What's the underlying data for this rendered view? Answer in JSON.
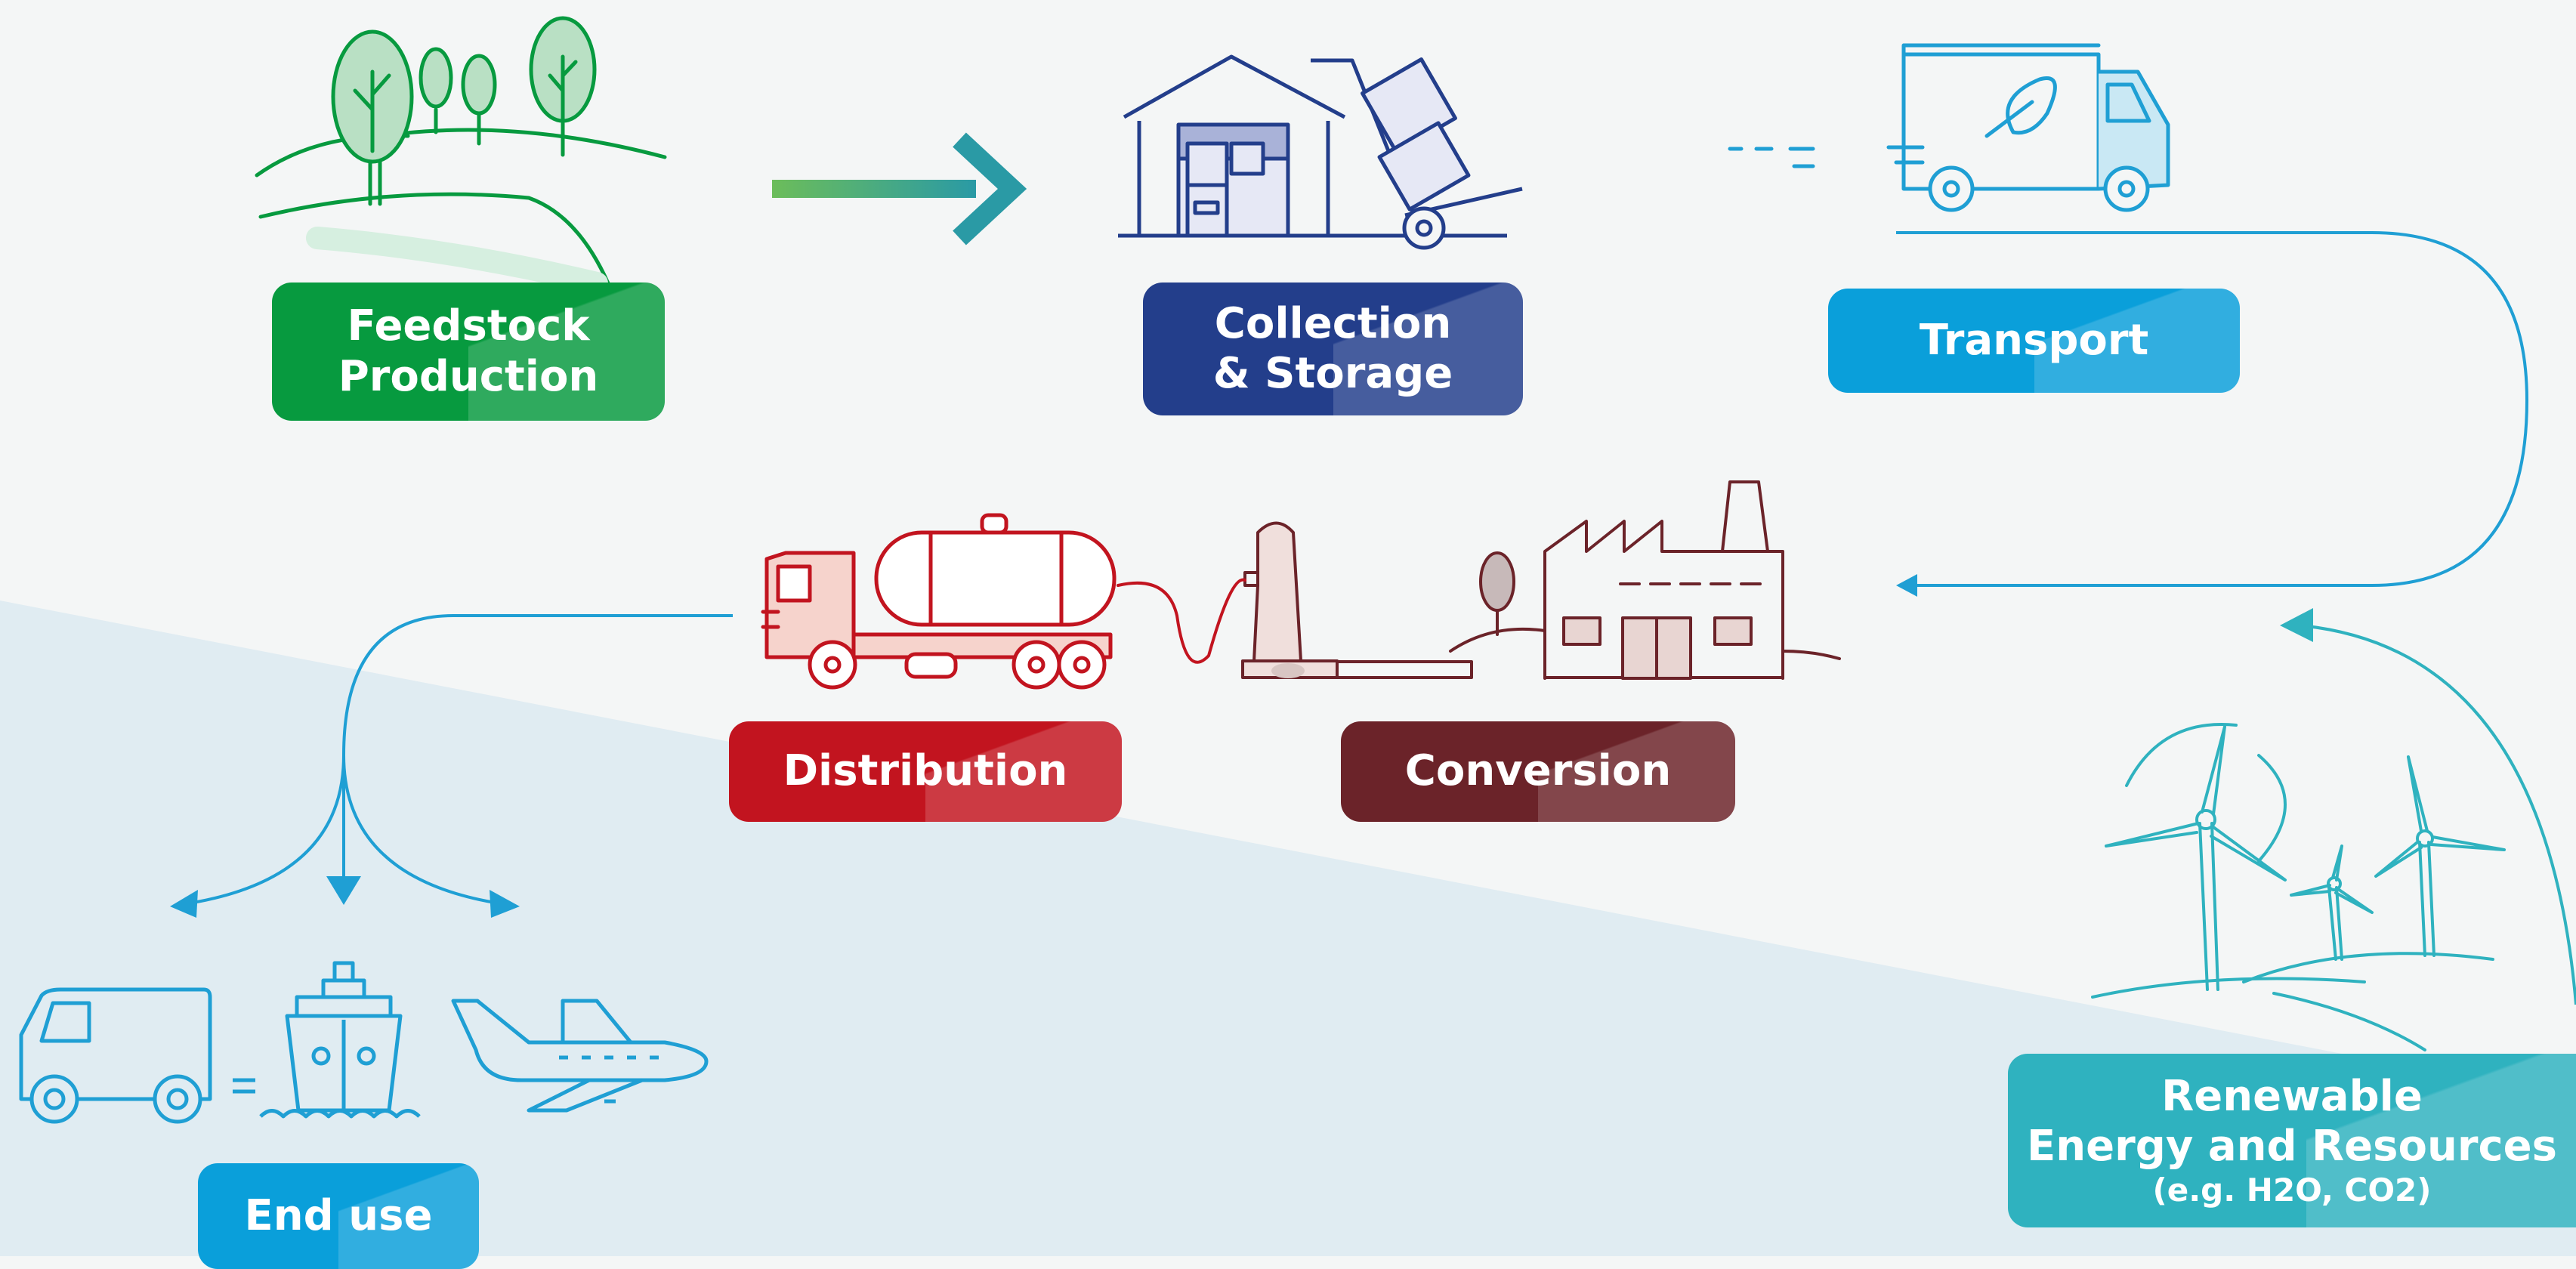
{
  "colors": {
    "feedstock": "#079a3f",
    "collection": "#233e8b",
    "transport": "#0a9fda",
    "distribution": "#c2141f",
    "conversion": "#6b2329",
    "end_use": "#0a9fda",
    "renewable": "#2fb2bf",
    "flow_line": "#1f9fd4",
    "background_light": "#f4f6f6",
    "background_blue": "#e0ecf2"
  },
  "stages": {
    "feedstock": {
      "line1": "Feedstock",
      "line2": "Production"
    },
    "collection": {
      "line1": "Collection",
      "line2": "& Storage"
    },
    "transport": {
      "line1": "Transport"
    },
    "distribution": {
      "line1": "Distribution"
    },
    "conversion": {
      "line1": "Conversion"
    },
    "end_use": {
      "line1": "End use"
    },
    "renewable": {
      "line1": "Renewable",
      "line2": "Energy and Resources",
      "note": "(e.g. H2O, CO2)"
    }
  },
  "icons": {
    "feedstock": "trees-hills-icon",
    "collection": "warehouse-handtruck-icon",
    "transport": "delivery-truck-leaf-icon",
    "distribution": "tanker-truck-icon",
    "conversion": "refinery-plant-icon",
    "end_use": [
      "van-icon",
      "ship-icon",
      "airplane-icon"
    ],
    "renewable": "wind-turbines-icon"
  }
}
